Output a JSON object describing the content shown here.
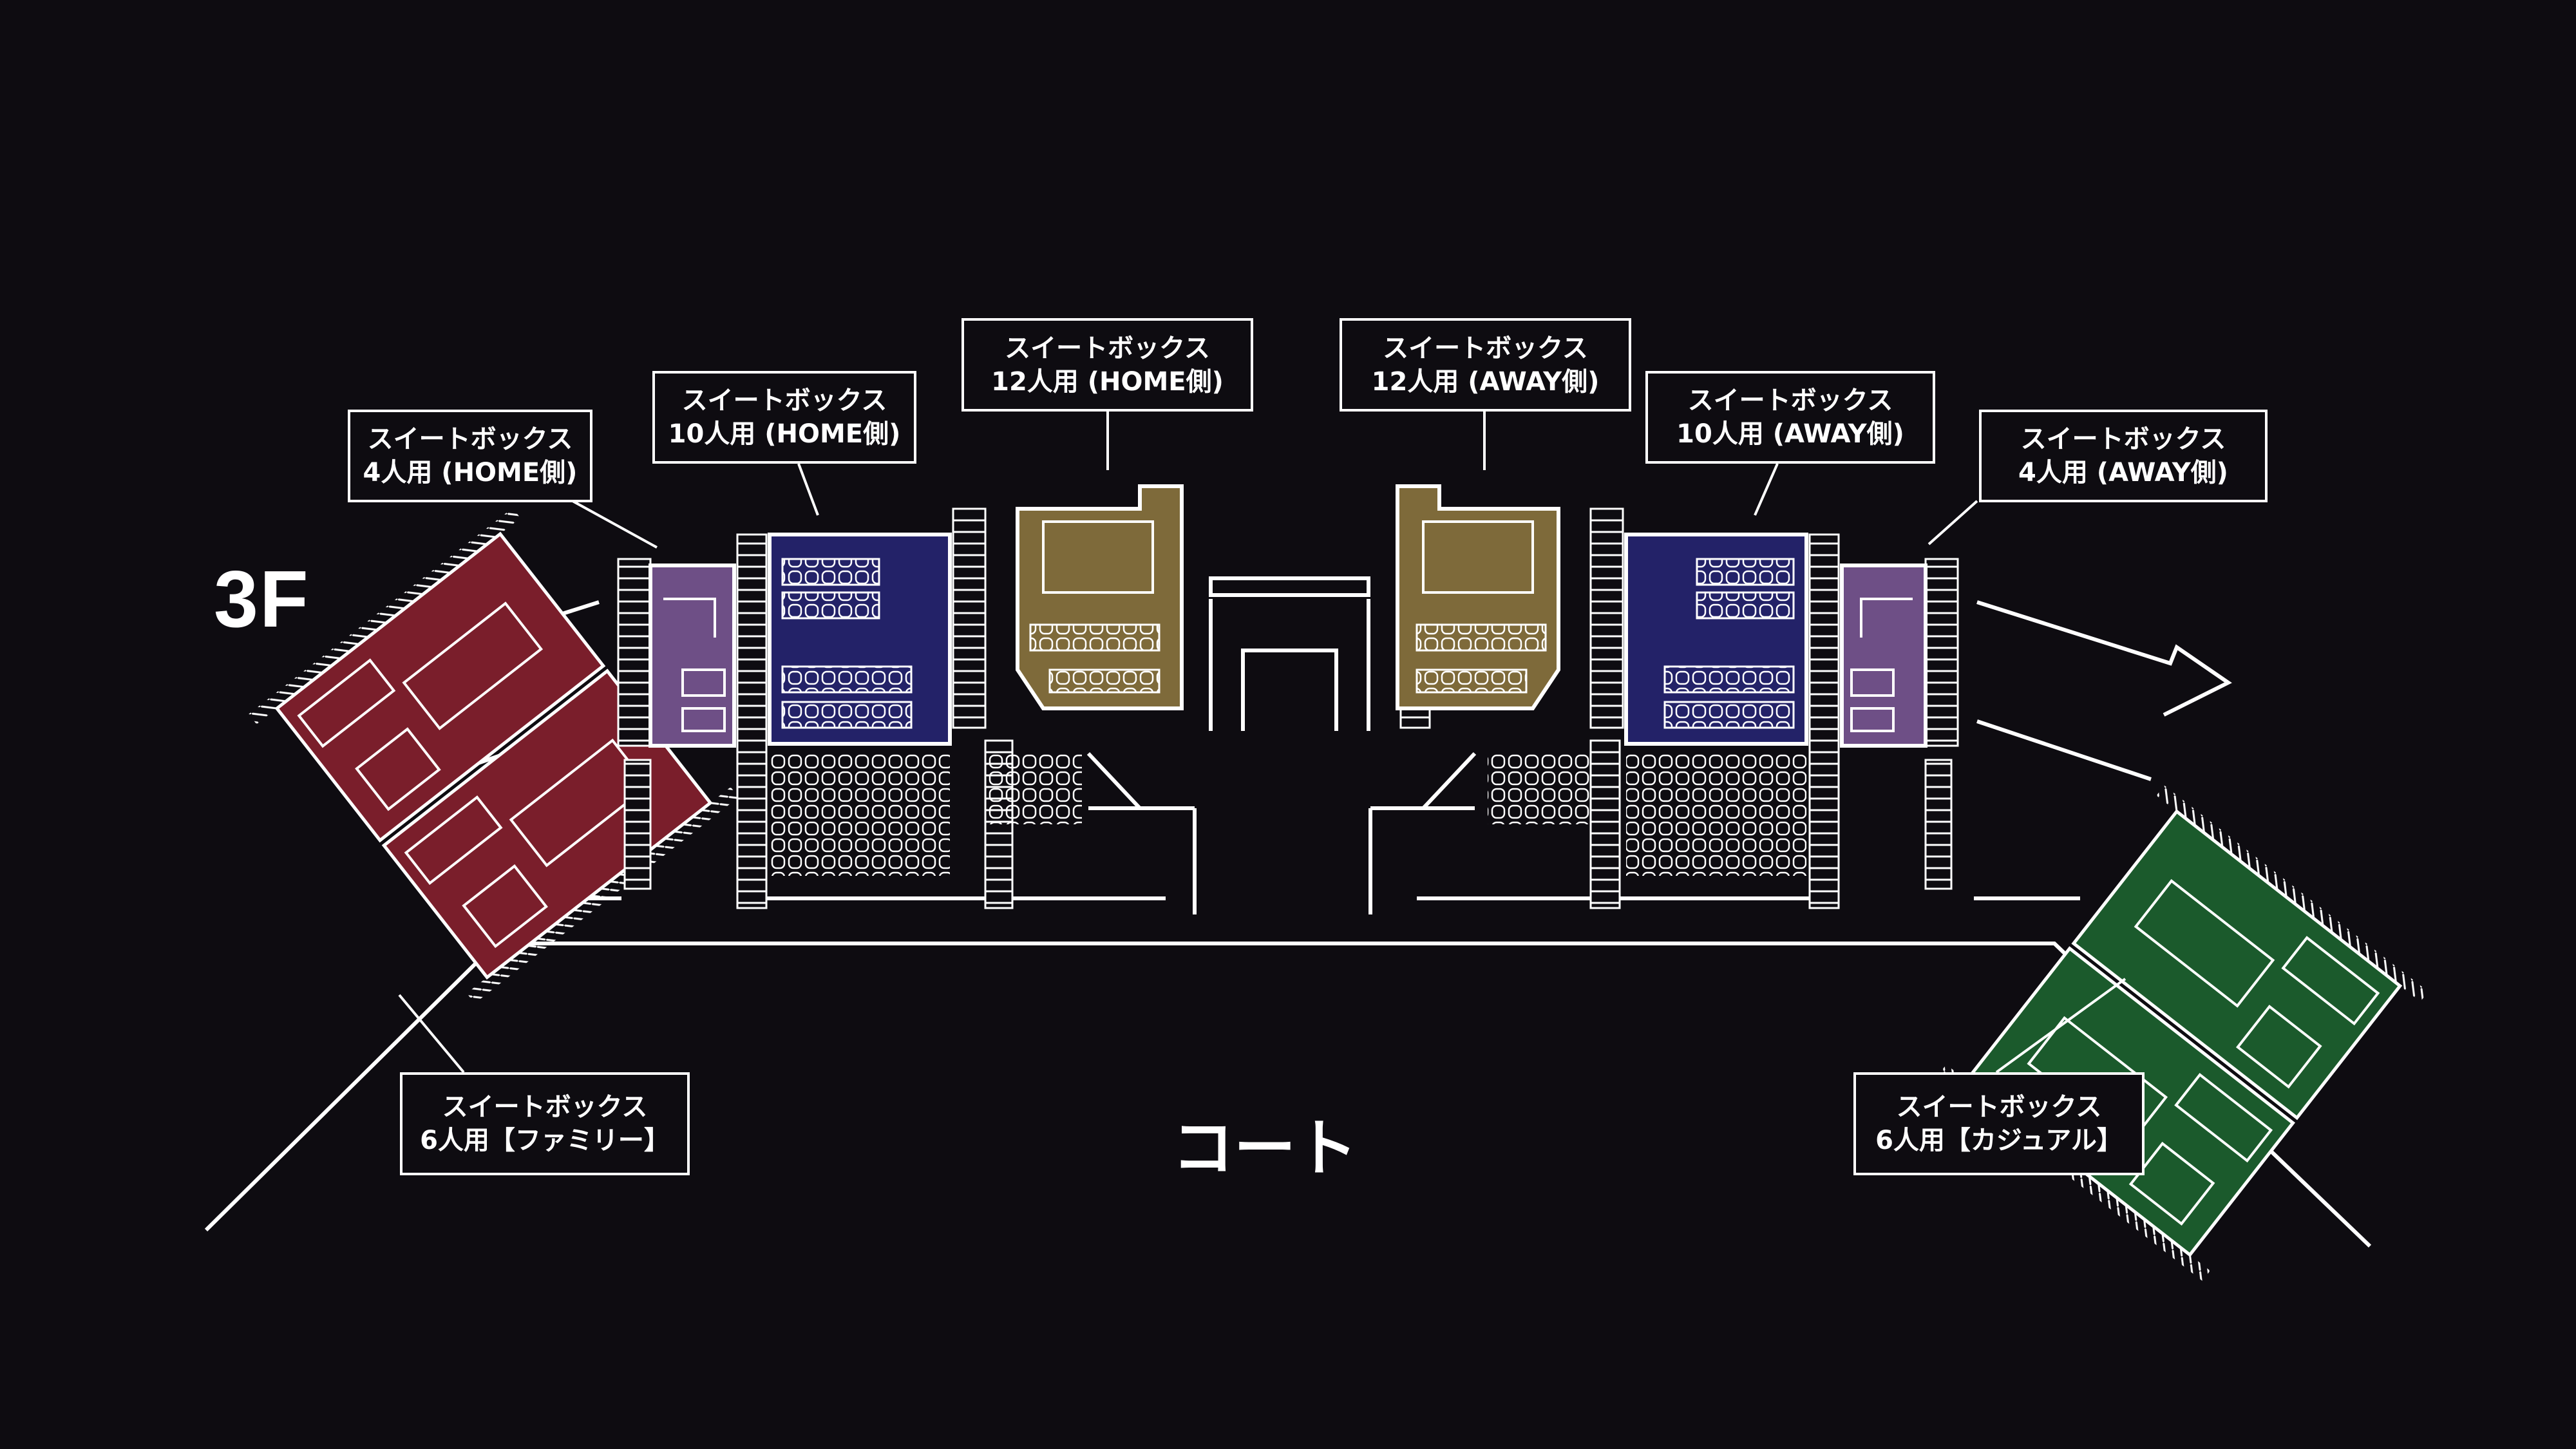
{
  "floor_label": "3F",
  "court_label": "コート",
  "colors": {
    "background": "#0e0c11",
    "line": "#ffffff",
    "suite_4": "#6e4f86",
    "suite_10": "#232268",
    "suite_12": "#7e6a3a",
    "suite_6_family": "#7a1e2b",
    "suite_6_casual": "#1b5a2c"
  },
  "labels": {
    "home4": {
      "line1": "スイートボックス",
      "line2": "4人用 (HOME側)"
    },
    "home10": {
      "line1": "スイートボックス",
      "line2": "10人用 (HOME側)"
    },
    "home12": {
      "line1": "スイートボックス",
      "line2": "12人用 (HOME側)"
    },
    "away12": {
      "line1": "スイートボックス",
      "line2": "12人用 (AWAY側)"
    },
    "away10": {
      "line1": "スイートボックス",
      "line2": "10人用 (AWAY側)"
    },
    "away4": {
      "line1": "スイートボックス",
      "line2": "4人用 (AWAY側)"
    },
    "family6": {
      "line1": "スイートボックス",
      "line2": "6人用【ファミリー】"
    },
    "casual6": {
      "line1": "スイートボックス",
      "line2": "6人用【カジュアル】"
    }
  }
}
